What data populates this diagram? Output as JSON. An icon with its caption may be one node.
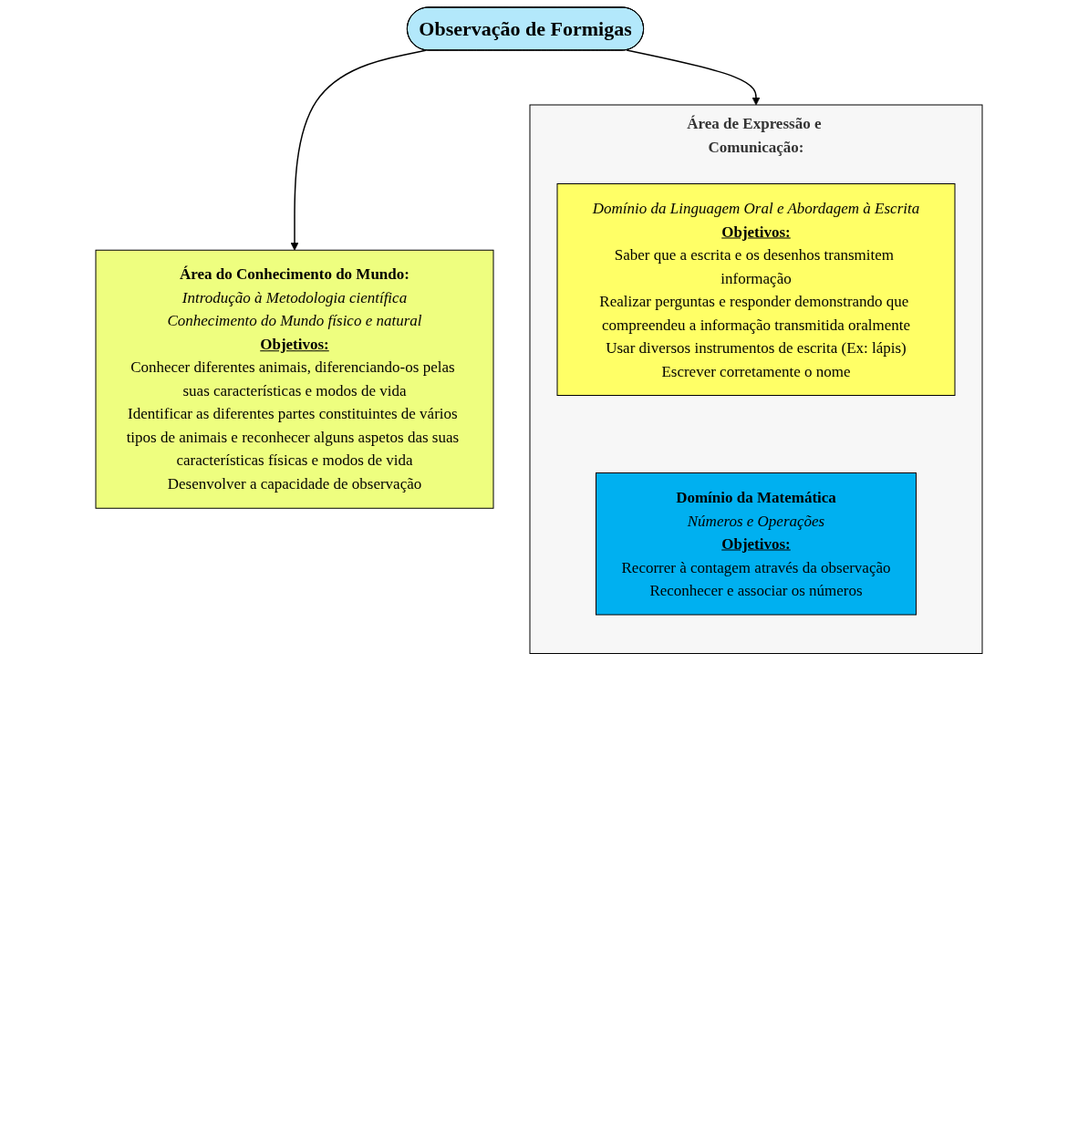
{
  "diagram": {
    "nodes": [
      {
        "text": [
          "Observação de Formigas"
        ]
      },
      {
        "text": [
          "Área do Conhecimento do Mundo:",
          "Introdução à Metodologia científica",
          "Conhecimento do Mundo físico e natural",
          "Objetivos:",
          "Conhecer diferentes animais, diferenciando-os pelas suas características e modos de vida",
          "Identificar as diferentes partes constituintes de vários tipos de animais e reconhecer alguns aspetos das suas características físicas e modos de vida",
          "Desenvolver a capacidade de observação"
        ]
      },
      {
        "text": [
          "Área de Expressão e Comunicação:"
        ]
      },
      {
        "text": [
          "Domínio da Linguagem Oral e Abordagem à Escrita",
          "Objetivos:",
          "Saber que a escrita e os desenhos transmitem informação",
          "Realizar perguntas e responder demonstrando que compreendeu a informação transmitida oralmente",
          "Usar diversos instrumentos de escrita (Ex: lápis)",
          "Escrever corretamente o nome"
        ],
        "in": 2
      },
      {
        "text": [
          "Domínio da Matemática",
          "Números e Operações",
          "Objetivos:",
          "Recorrer à contagem através da observação",
          "Reconhecer e associar os números"
        ],
        "in": 2
      }
    ],
    "edges": [
      {
        "from": 0,
        "to": 1,
        "arrow": "to"
      },
      {
        "from": 0,
        "to": 2,
        "arrow": "to"
      }
    ]
  }
}
